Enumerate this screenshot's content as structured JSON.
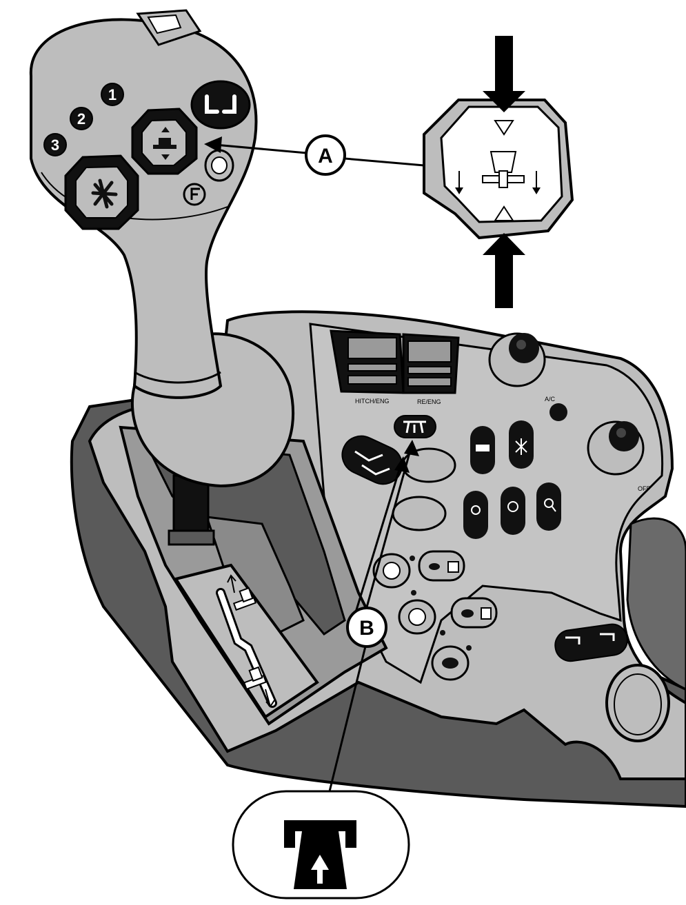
{
  "callouts": {
    "a": "A",
    "b": "B"
  },
  "joystick_buttons": [
    "1",
    "2",
    "3"
  ],
  "switch_labels": {
    "left": "HITCH/ENG",
    "right": "RE/ENG"
  },
  "knob_labels": {
    "upper": "A/C",
    "lower": "OFF"
  },
  "colors": {
    "console": "#bdbdbd",
    "console_dark": "#5a5a5a",
    "outline": "#000000",
    "button": "#111111",
    "background": "#ffffff"
  },
  "icons": [
    "hitch-raise-lower-icon",
    "reverse-pto-icon",
    "tortoise-icon",
    "hare-icon",
    "fan-icon"
  ]
}
